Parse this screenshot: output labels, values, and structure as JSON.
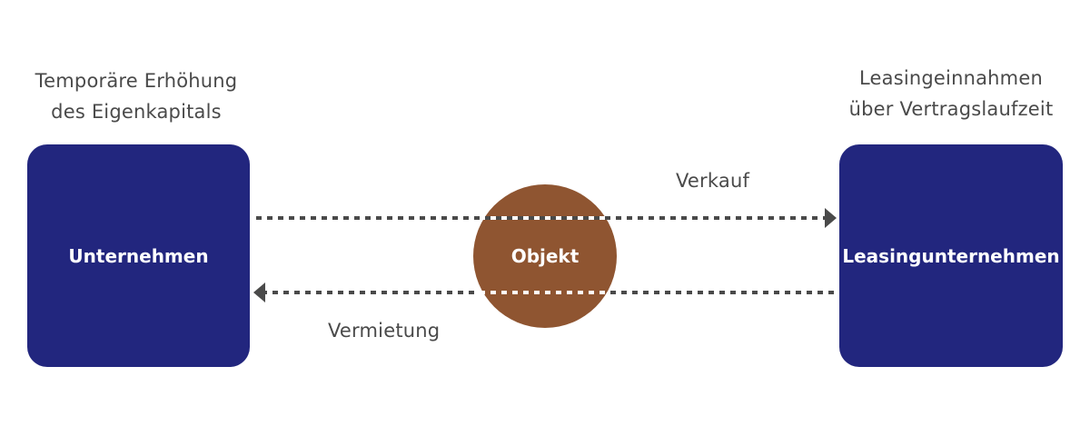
{
  "left_caption": {
    "line1": "Temporäre Erhöhung",
    "line2": "des Eigenkapitals"
  },
  "right_caption": {
    "line1": "Leasingeinnahmen",
    "line2": "über Vertragslaufzeit"
  },
  "nodes": {
    "left": "Unternehmen",
    "center": "Objekt",
    "right": "Leasingunternehmen"
  },
  "flows": {
    "top": "Verkauf",
    "bottom": "Vermietung"
  },
  "colors": {
    "box": "#22267e",
    "circle": "#8f5531",
    "arrow": "#4a4a4a",
    "text": "#4a4a4a"
  }
}
